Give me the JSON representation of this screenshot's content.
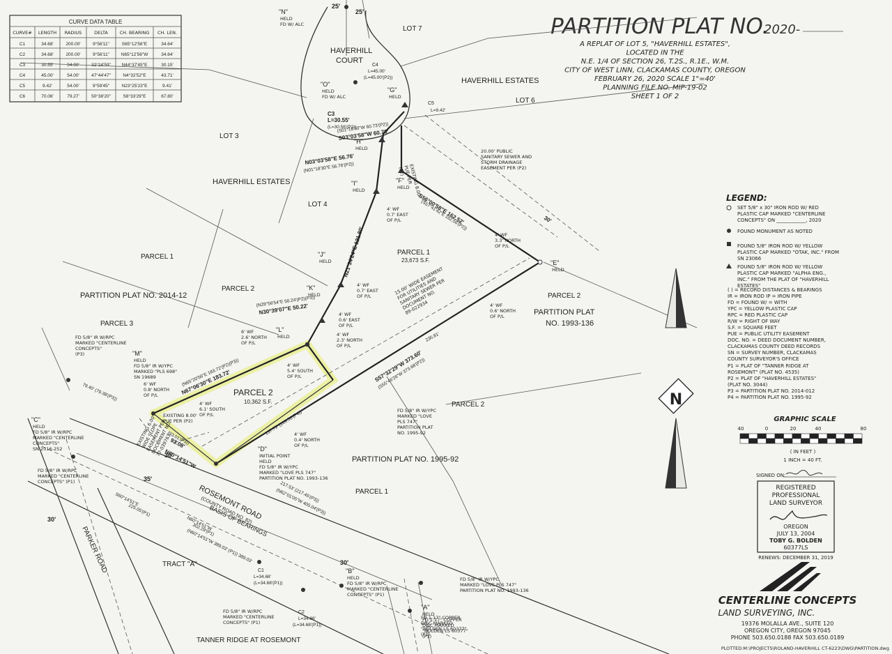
{
  "title": {
    "main": "PARTITION PLAT NO.",
    "suffix": "2020-",
    "lines": [
      "A REPLAT OF LOT 5, \"HAVERHILL ESTATES\",",
      "LOCATED IN THE",
      "N.E. 1/4 OF SECTION 26, T.2S., R.1E., W.M.",
      "CITY OF WEST LINN, CLACKAMAS COUNTY, OREGON",
      "FEBRUARY 26, 2020     SCALE 1\"=40'",
      "PLANNING FILE NO. MIP-19-02",
      "SHEET 1 OF 2"
    ]
  },
  "curve_table": {
    "title": "CURVE DATA TABLE",
    "headers": [
      "CURVE#",
      "LENGTH",
      "RADIUS",
      "DELTA",
      "CH. BEARING",
      "CH. LEN."
    ],
    "rows": [
      [
        "C1",
        "34.68'",
        "200.00'",
        "9°56'11\"",
        "S65°12'56\"E",
        "34.64'"
      ],
      [
        "C2",
        "34.68'",
        "200.00'",
        "9°56'11\"",
        "N65°12'56\"W",
        "34.64'"
      ],
      [
        "C3",
        "30.55'",
        "54.00'",
        "32°24'59\"",
        "N44°37'45\"E",
        "30.15'"
      ],
      [
        "C4",
        "45.00'",
        "54.00'",
        "47°44'47\"",
        "N4°32'52\"E",
        "43.71'"
      ],
      [
        "C5",
        "9.42'",
        "54.00'",
        "9°59'45\"",
        "N23°25'23\"E",
        "9.41'"
      ],
      [
        "C6",
        "70.06'",
        "79.27'",
        "50°38'20\"",
        "S8°33'29\"E",
        "67.80'"
      ]
    ]
  },
  "legend": {
    "title": "LEGEND:",
    "items": [
      "SET 5/8\" x 30\" IRON ROD W/ RED PLASTIC CAP MARKED \"CENTERLINE CONCEPTS\" ON ____________, 2020",
      "FOUND MONUMENT AS NOTED",
      "FOUND 5/8\" IRON ROD W/ YELLOW PLASTIC CAP MARKED \"OTAK, INC.\" FROM SN 23066",
      "FOUND 5/8\" IRON ROD W/ YELLOW PLASTIC CAP MARKED \"ALPHA ENG., INC.\" FROM THE PLAT OF \"HAVERHILL ESTATES\""
    ],
    "abbrev": [
      "( ) = RECORD DISTANCES & BEARINGS",
      "IR = IRON ROD          IP = IRON PIPE",
      "FD = FOUND          W/ = WITH",
      "YPC = YELLOW PLASTIC CAP",
      "RPC = RED PLASTIC CAP",
      "R/W = RIGHT OF WAY",
      "S.F. = SQUARE FEET",
      "PUE = PUBLIC UTILITY EASEMENT",
      "DOC. NO. = DEED DOCUMENT NUMBER,",
      "CLACKAMAS COUNTY DEED RECORDS",
      "SN = SURVEY NUMBER, CLACKAMAS",
      "COUNTY SURVEYOR'S OFFICE"
    ],
    "plats": [
      "P1 = PLAT OF \"TANNER RIDGE AT",
      "ROSEMONT\" (PLAT NO. 4535)",
      "P2 = PLAT OF \"HAVERHILL ESTATES\"",
      "(PLAT NO. 3044)",
      "P3 = PARTITION PLAT NO. 2014-012",
      "P4 = PARTITION PLAT NO. 1995-92"
    ]
  },
  "scale": {
    "title": "GRAPHIC SCALE",
    "ticks": [
      "40",
      "0",
      "20",
      "40",
      "80"
    ],
    "unit": "( IN FEET )",
    "ratio": "1 INCH = 40 FT."
  },
  "north": "N",
  "stamp": {
    "signed_on": "SIGNED ON:",
    "lines": [
      "REGISTERED",
      "PROFESSIONAL",
      "LAND SURVEYOR"
    ],
    "state": "OREGON",
    "date": "JULY 13, 2004",
    "name": "TOBY G. BOLDEN",
    "number": "60377LS",
    "renews": "RENEWS: DECEMBER 31, 2019"
  },
  "company": {
    "name": "CENTERLINE CONCEPTS",
    "sub": "LAND SURVEYING, INC.",
    "address1": "19376 MOLALLA AVE., SUITE 120",
    "address2": "OREGON CITY, OREGON 97045",
    "phone": "PHONE 503.650.0188     FAX 503.650.0189"
  },
  "plotted": "PLOTTED:M:\\PROJECTS\\ROLAND-HAVERHILL  CT-6223\\DWG\\PARTITION.dwg",
  "map": {
    "areas": [
      {
        "id": "lot7",
        "text": "LOT 7"
      },
      {
        "id": "lot6",
        "text": "LOT 6"
      },
      {
        "id": "lot3",
        "text": "LOT 3"
      },
      {
        "id": "lot4",
        "text": "LOT 4"
      },
      {
        "id": "haverhill-estates-1",
        "text": "HAVERHILL   ESTATES"
      },
      {
        "id": "haverhill-estates-2",
        "text": "HAVERHILL   ESTATES"
      },
      {
        "id": "haverhill-court-1",
        "text": "HAVERHILL"
      },
      {
        "id": "haverhill-court-2",
        "text": "COURT"
      },
      {
        "id": "parcel1-top",
        "text": "PARCEL 1"
      },
      {
        "id": "parcel1-sf",
        "text": "23,673 S.F."
      },
      {
        "id": "parcel2-main",
        "text": "PARCEL 2"
      },
      {
        "id": "parcel2-sf",
        "text": "10,362 S.F."
      },
      {
        "id": "parcel1-left",
        "text": "PARCEL 1"
      },
      {
        "id": "parcel2-left",
        "text": "PARCEL 2"
      },
      {
        "id": "parcel3-left",
        "text": "PARCEL 3"
      },
      {
        "id": "pp2014",
        "text": "PARTITION PLAT NO. 2014-12"
      },
      {
        "id": "parcel2-right",
        "text": "PARCEL 2"
      },
      {
        "id": "pp1993-1",
        "text": "PARTITION PLAT"
      },
      {
        "id": "pp1993-2",
        "text": "NO. 1993-136"
      },
      {
        "id": "parcel2-lower",
        "text": "PARCEL 2"
      },
      {
        "id": "pp1995",
        "text": "PARTITION PLAT NO. 1995-92"
      },
      {
        "id": "parcel1-lower",
        "text": "PARCEL 1"
      },
      {
        "id": "rosemont",
        "text": "ROSEMONT ROAD"
      },
      {
        "id": "rosemont-sub",
        "text": "(COUNTY ROAD NO. 82)"
      },
      {
        "id": "parker",
        "text": "PARKER ROAD"
      },
      {
        "id": "tract-a",
        "text": "TRACT \"A\""
      },
      {
        "id": "tanner",
        "text": "TANNER RIDGE AT ROSEMONT"
      },
      {
        "id": "basis1",
        "text": "BASIS OF BEARINGS"
      }
    ],
    "points": [
      {
        "id": "N",
        "label": "\"N\"",
        "note": [
          "HELD",
          "FD W/ ALC"
        ]
      },
      {
        "id": "O",
        "label": "\"O\"",
        "note": [
          "HELD",
          "FD W/ ALC"
        ]
      },
      {
        "id": "G",
        "label": "\"G\"",
        "note": [
          "HELD"
        ]
      },
      {
        "id": "H",
        "label": "\"H\"",
        "note": [
          "HELD"
        ]
      },
      {
        "id": "I",
        "label": "\"I\"",
        "note": [
          "HELD"
        ]
      },
      {
        "id": "F",
        "label": "\"F\"",
        "note": [
          "HELD"
        ]
      },
      {
        "id": "J",
        "label": "\"J\"",
        "note": [
          "HELD"
        ]
      },
      {
        "id": "K",
        "label": "\"K\"",
        "note": [
          "HELD"
        ]
      },
      {
        "id": "L",
        "label": "\"L\"",
        "note": [
          "HELD"
        ]
      },
      {
        "id": "E",
        "label": "\"E\"",
        "note": [
          "HELD"
        ]
      },
      {
        "id": "M",
        "label": "\"M\"",
        "note": [
          "HELD",
          "FD 5/8\" IR W/YPC",
          "MARKED \"PLS 698\"",
          "SN 19689"
        ]
      },
      {
        "id": "C",
        "label": "\"C\"",
        "note": [
          "HELD",
          "FD 5/8\" IR W/RPC",
          "MARKED \"CENTERLINE",
          "CONCEPTS\"",
          "SN 2016-252"
        ]
      },
      {
        "id": "D",
        "label": "\"D\"",
        "note": [
          "INITIAL POINT",
          "HELD",
          "FD 5/8\" IR W/YPC",
          "MARKED \"LOVE PLS 747\"",
          "PARTITION PLAT NO. 1993-136"
        ]
      },
      {
        "id": "B",
        "label": "\"B\"",
        "note": [
          "HELD",
          "FD 5/8\" IR W/RPC",
          "MARKED \"CENTERLINE",
          "CONCEPTS\" (P1)"
        ]
      },
      {
        "id": "A",
        "label": "\"A\"",
        "note": [
          "HELD",
          "FD 1.17\" COPPER",
          "DISC MARKED",
          "\"BOLDEN LS 60377\"",
          "(P1)"
        ]
      }
    ],
    "calls": [
      {
        "id": "s03",
        "text": "S03°03'58\"W 60.70'"
      },
      {
        "id": "s01",
        "text": "(S01°18'30\"W 60.73'(P2))"
      },
      {
        "id": "n03",
        "text": "N03°03'58\"E 56.76'"
      },
      {
        "id": "n01",
        "text": "(N01°18'30\"E 56.76'(P2))"
      },
      {
        "id": "s56",
        "text": "S56°00'58\"E 162.52'"
      },
      {
        "id": "s57",
        "text": "(S57°41'42\"E 162.56'(P2))"
      },
      {
        "id": "n21",
        "text": "N21°34'24\"E 121.80'"
      },
      {
        "id": "n30",
        "text": "N30°39'07\"E 50.22'"
      },
      {
        "id": "n28",
        "text": "(N28°56'54\"E 50.24'(P2)(P3))"
      },
      {
        "id": "n67",
        "text": "N67°06'30\"E 183.72'"
      },
      {
        "id": "n65",
        "text": "(N65°20'56\"E 183.72'(P2)(P3))"
      },
      {
        "id": "s57b",
        "text": "S57°32'29\"W 373.60'"
      },
      {
        "id": "s55",
        "text": "(S55°46'26\"W 373.68'(P2))"
      },
      {
        "id": "n60",
        "text": "N60°14'51\"W"
      },
      {
        "id": "d93",
        "text": "93.08'"
      },
      {
        "id": "d93r",
        "text": "(93.01'(P3))"
      },
      {
        "id": "n60b",
        "text": "N60°14'51\"W"
      },
      {
        "id": "d302",
        "text": "302.29'(P1)"
      },
      {
        "id": "s60",
        "text": "S60°14'51\"E"
      },
      {
        "id": "d225",
        "text": "225.05'(P1)"
      },
      {
        "id": "d217",
        "text": "217.53' (217.45'(P3))"
      },
      {
        "id": "d405",
        "text": "(N62°01'05\"W 405.04'(P3))"
      },
      {
        "id": "d389",
        "text": "(N60°14'51\"W 389.03' (P1))  389.03'"
      },
      {
        "id": "d137",
        "text": "137.79' (169.58'(P4))"
      },
      {
        "id": "d235",
        "text": "235.81'"
      },
      {
        "id": "d79",
        "text": "79.40' (79.38'(P3))"
      },
      {
        "id": "c3",
        "text": "C3"
      },
      {
        "id": "c3l",
        "text": "L=30.55'"
      },
      {
        "id": "c3r",
        "text": "(L=30.56'(P2))"
      },
      {
        "id": "c4",
        "text": "C4"
      },
      {
        "id": "c4l",
        "text": "L=45.00'"
      },
      {
        "id": "c4r",
        "text": "(L=45.00'(P2))"
      },
      {
        "id": "c5",
        "text": "C5"
      },
      {
        "id": "c5l",
        "text": "L=9.42'"
      },
      {
        "id": "c1",
        "text": "C1"
      },
      {
        "id": "c1l",
        "text": "L=34.68'"
      },
      {
        "id": "c1r",
        "text": "(L=34.68'(P1))"
      },
      {
        "id": "c2",
        "text": "C2"
      },
      {
        "id": "c2l",
        "text": "L=34.68'"
      },
      {
        "id": "c2r",
        "text": "(L=34.68'(P1))"
      },
      {
        "id": "d25a",
        "text": "25'"
      },
      {
        "id": "d25b",
        "text": "25'"
      },
      {
        "id": "d30a",
        "text": "30'"
      },
      {
        "id": "d30b",
        "text": "30'"
      },
      {
        "id": "d30c",
        "text": "30'"
      },
      {
        "id": "d35",
        "text": "35'"
      },
      {
        "id": "d30d",
        "text": "30'"
      }
    ],
    "notes": [
      {
        "id": "san",
        "lines": [
          "20.00' PUBLIC",
          "SANITARY SEWER AND",
          "STORM DRAINAGE",
          "EASEMENT PER (P2)"
        ]
      },
      {
        "id": "util",
        "lines": [
          "15.00' WIDE EASEMENT",
          "FOR UTILITIES AND",
          "SANITARY SEWER PER",
          "DOCUMENT NO.",
          "89-022934"
        ]
      },
      {
        "id": "wf1",
        "lines": [
          "4' WF",
          "0.7' EAST",
          "OF P/L"
        ]
      },
      {
        "id": "wf2",
        "lines": [
          "4' WF",
          "3.3' NORTH",
          "OF P/L"
        ]
      },
      {
        "id": "wf3",
        "lines": [
          "4' WF",
          "0.7' EAST",
          "OF P/L"
        ]
      },
      {
        "id": "wf4",
        "lines": [
          "4' WF",
          "0.6' EAST",
          "OF P/L"
        ]
      },
      {
        "id": "wf5",
        "lines": [
          "4' WF",
          "0.6' NORTH",
          "OF P/L"
        ]
      },
      {
        "id": "wf6",
        "lines": [
          "6' WF",
          "2.6' NORTH",
          "OF P/L"
        ]
      },
      {
        "id": "wf7",
        "lines": [
          "4' WF",
          "2.3' NORTH",
          "OF P/L"
        ]
      },
      {
        "id": "wf8",
        "lines": [
          "4' WF",
          "5.4' SOUTH",
          "OF P/L"
        ]
      },
      {
        "id": "wf9",
        "lines": [
          "6' WF",
          "0.8' NORTH",
          "OF P/L"
        ]
      },
      {
        "id": "wf10",
        "lines": [
          "4' WF",
          "6.1' SOUTH",
          "OF P/L"
        ]
      },
      {
        "id": "wf11",
        "lines": [
          "4' WF",
          "0.4' NORTH",
          "OF P/L"
        ]
      },
      {
        "id": "pue",
        "lines": [
          "EXISTING 8.00'",
          "PUE PER (P2)"
        ]
      },
      {
        "id": "slope",
        "lines": [
          "EXISTING 6.00'",
          "WIDE SLOPE",
          "EASEMENT PER",
          "DOCUMENT NO.",
          "77-039763"
        ]
      },
      {
        "id": "m3",
        "lines": [
          "FD 5/8\" IR W/RPC",
          "MARKED \"CENTERLINE",
          "CONCEPTS\"",
          "(P3)"
        ]
      },
      {
        "id": "love",
        "lines": [
          "FD 5/8\" IR W/YPC",
          "MARKED \"LOVE",
          "PLS 747\"",
          "PARTITION PLAT",
          "NO. 1995-92"
        ]
      },
      {
        "id": "p1note",
        "lines": [
          "FD 5/8\" IR W/RPC",
          "MARKED \"CENTERLINE",
          "CONCEPTS\" (P1)"
        ]
      },
      {
        "id": "copper",
        "lines": [
          "FD 1.17\" COPPER",
          "DISC MARKED",
          "\"BOLDEN LS 60377\"",
          "(P1)"
        ]
      },
      {
        "id": "cen2",
        "lines": [
          "FD 5/8\" IR W/RPC",
          "MARKED \"CENTERLINE",
          "CONCEPTS\" (P1)"
        ]
      },
      {
        "id": "love2",
        "lines": [
          "FD 5/8\" IR W/YPC",
          "MARKED \"LOVE PLS 747\"",
          "PARTITION PLAT NO. 1993-136"
        ]
      },
      {
        "id": "pue2",
        "lines": [
          "EXISTING 8.00'",
          "PUE PER",
          "(P2)"
        ]
      }
    ]
  }
}
